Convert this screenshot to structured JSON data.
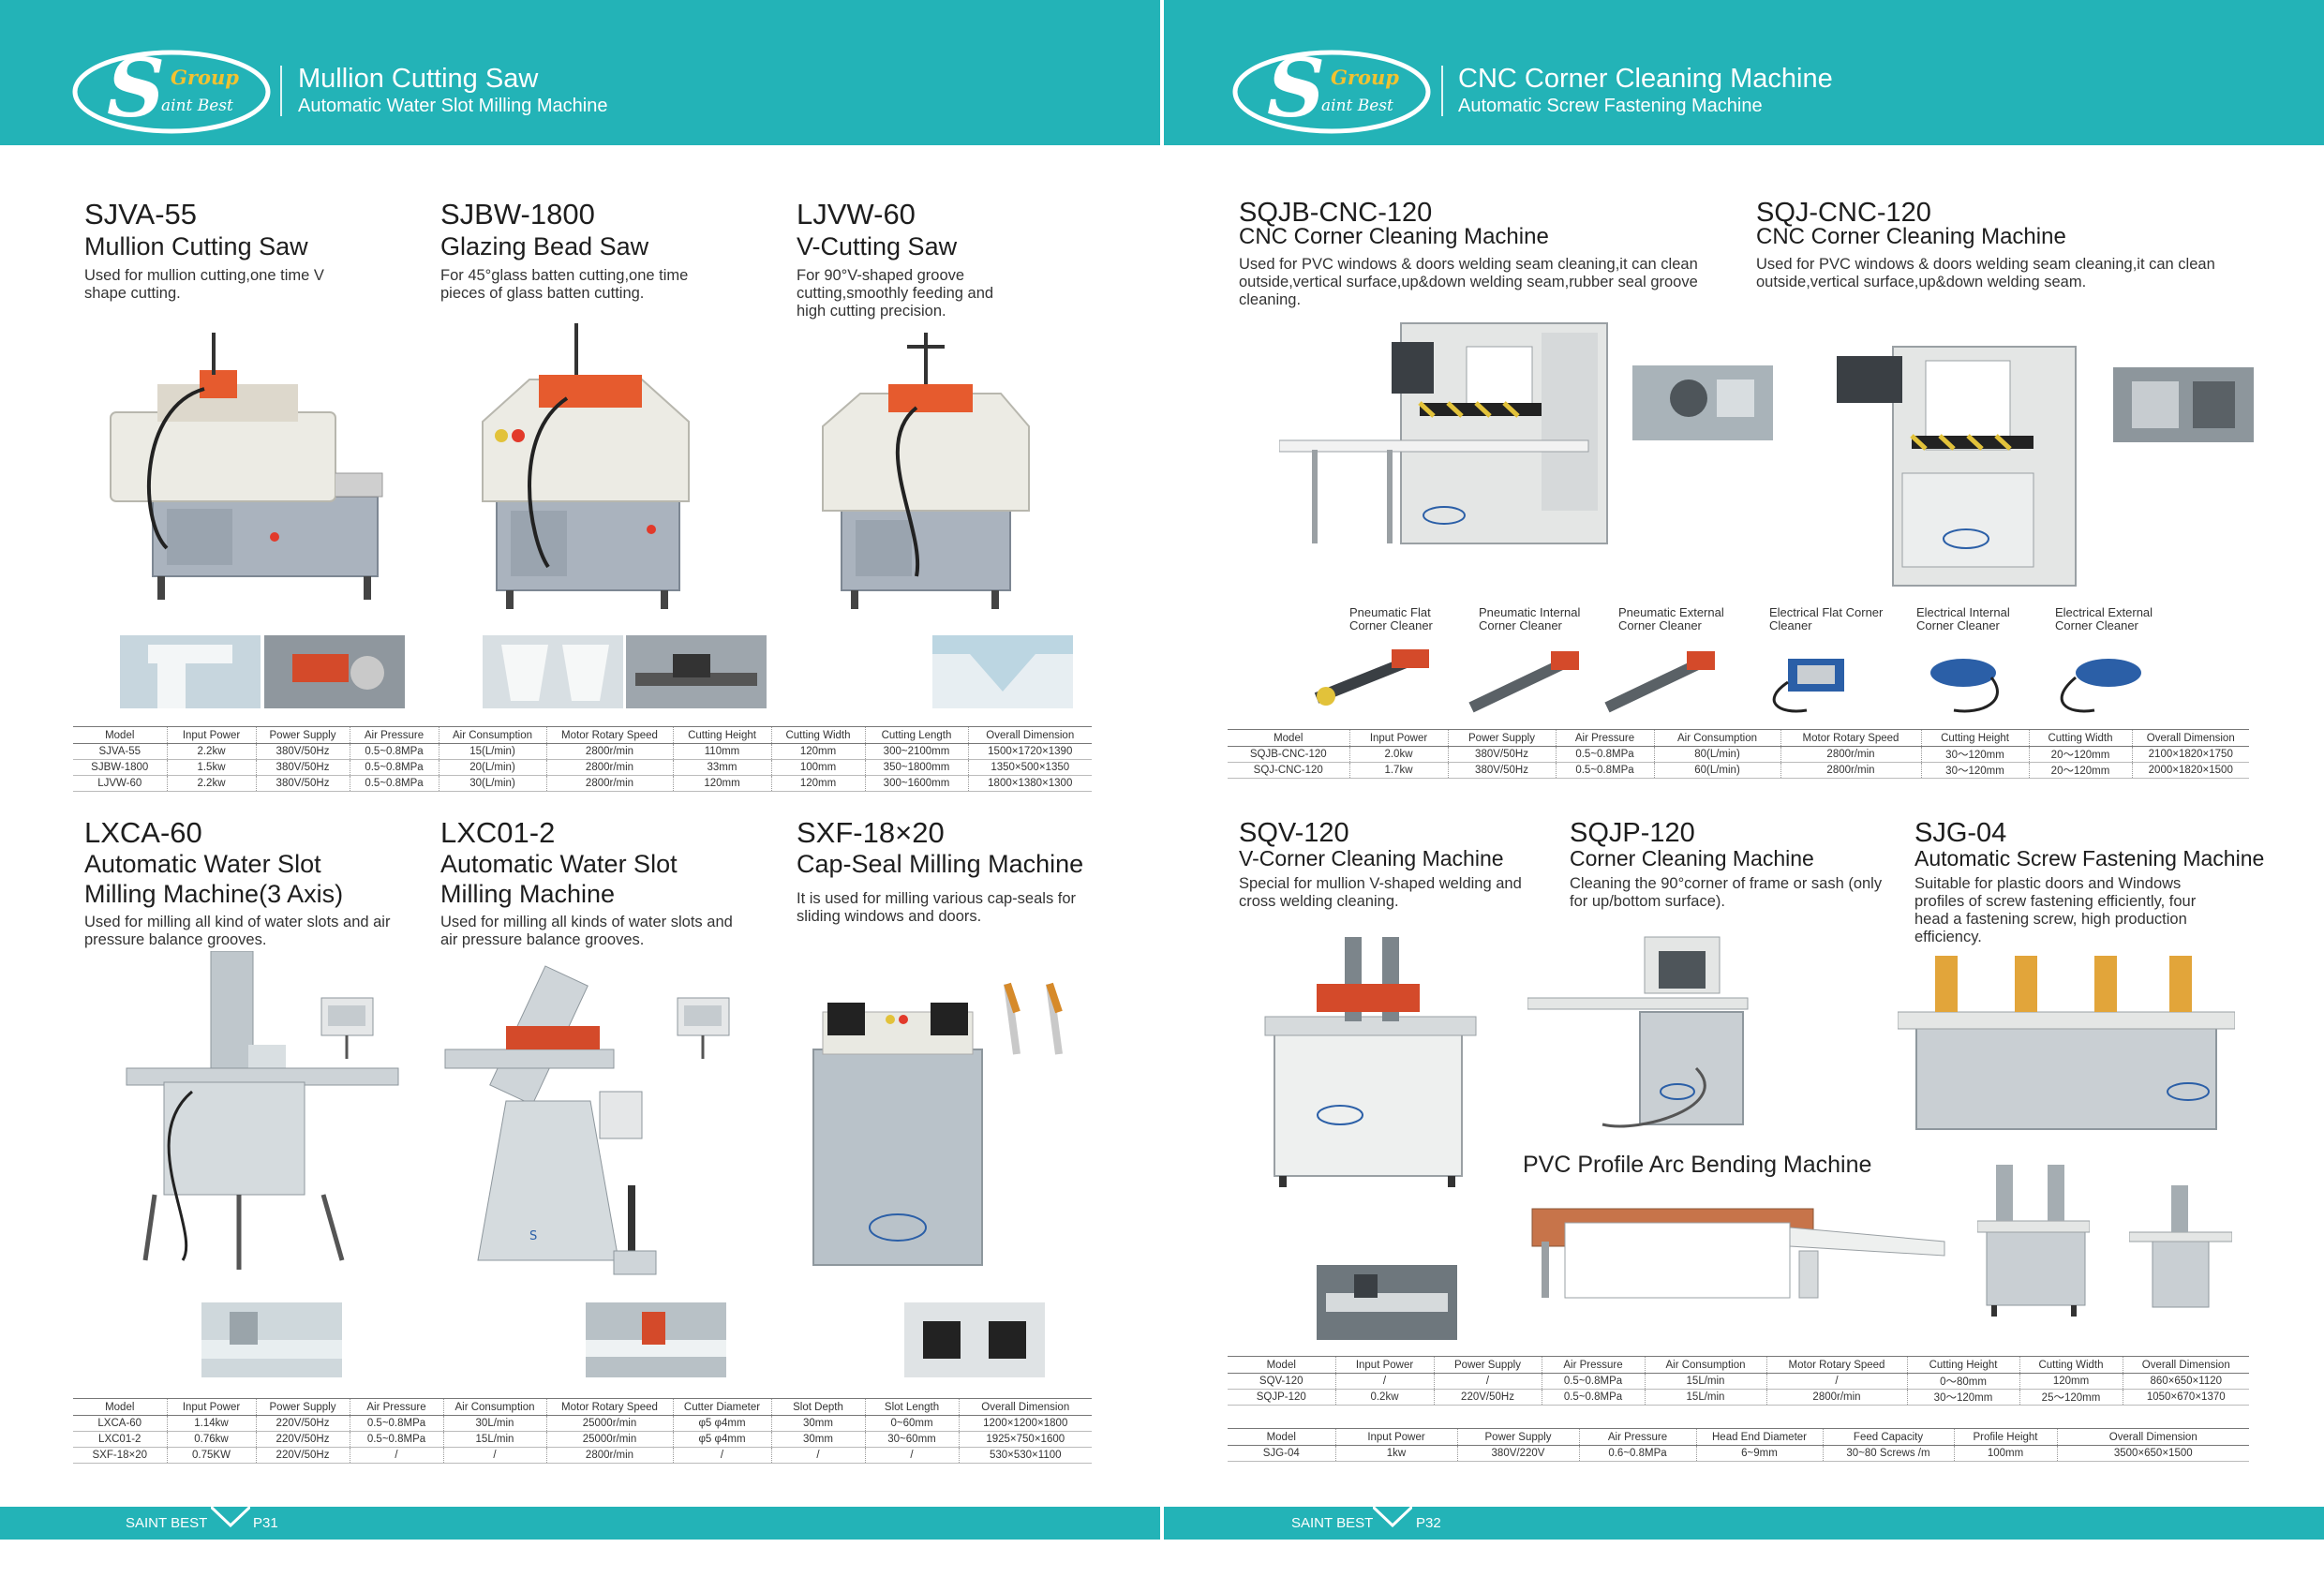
{
  "brand": {
    "logo_main": "S",
    "logo_top": "Group",
    "logo_bottom": "aint Best",
    "accent_color": "#23b3b7"
  },
  "left_header": {
    "title": "Mullion Cutting Saw",
    "subtitle": "Automatic Water Slot Milling Machine"
  },
  "right_header": {
    "title": "CNC Corner Cleaning Machine",
    "subtitle": "Automatic Screw Fastening Machine"
  },
  "machines": {
    "sjva55": {
      "code": "SJVA-55",
      "name": "Mullion Cutting Saw",
      "desc": "Used for mullion cutting,one time V shape cutting."
    },
    "sjbw1800": {
      "code": "SJBW-1800",
      "name": "Glazing Bead Saw",
      "desc": "For 45°glass batten cutting,one time pieces of glass batten cutting."
    },
    "ljvw60": {
      "code": "LJVW-60",
      "name": "V-Cutting Saw",
      "desc": "For 90°V-shaped groove cutting,smoothly feeding and high cutting precision."
    },
    "lxca60": {
      "code": "LXCA-60",
      "name": "Automatic Water Slot Milling Machine(3 Axis)",
      "desc": "Used for milling all kind of water slots and air pressure balance grooves."
    },
    "lxc012": {
      "code": "LXC01-2",
      "name": "Automatic Water Slot Milling Machine",
      "desc": "Used for milling all kinds of water slots and air pressure balance grooves."
    },
    "sxf1820": {
      "code": "SXF-18×20",
      "name": "Cap-Seal Milling Machine",
      "desc": "It is used for milling various cap-seals for sliding windows and doors."
    },
    "sqjbcnc120": {
      "code": "SQJB-CNC-120",
      "name": "CNC Corner Cleaning Machine",
      "desc": "Used for PVC windows & doors welding seam cleaning,it can clean outside,vertical surface,up&down welding seam,rubber seal groove cleaning."
    },
    "sqjcnc120": {
      "code": "SQJ-CNC-120",
      "name": "CNC Corner Cleaning Machine",
      "desc": "Used for PVC windows & doors welding seam cleaning,it can clean outside,vertical surface,up&down welding seam."
    },
    "sqv120": {
      "code": "SQV-120",
      "name": "V-Corner Cleaning Machine",
      "desc": "Special for mullion V-shaped welding and cross welding cleaning."
    },
    "sqjp120": {
      "code": "SQJP-120",
      "name": "Corner Cleaning Machine",
      "desc": "Cleaning the 90°corner of frame or sash (only for up/bottom surface)."
    },
    "sjg04": {
      "code": "SJG-04",
      "name": "Automatic Screw Fastening Machine",
      "desc": "Suitable for plastic doors and Windows profiles of screw fastening efficiently, four head a fastening screw, high production efficiency."
    }
  },
  "pvc_arc_title": "PVC Profile Arc Bending Machine",
  "tools": [
    "Pneumatic Flat Corner Cleaner",
    "Pneumatic Internal Corner Cleaner",
    "Pneumatic External Corner Cleaner",
    "Electrical Flat Corner Cleaner",
    "Electrical Internal Corner Cleaner",
    "Electrical External Corner Cleaner"
  ],
  "table1": {
    "headers": [
      "Model",
      "Input Power",
      "Power Supply",
      "Air Pressure",
      "Air Consumption",
      "Motor Rotary Speed",
      "Cutting Height",
      "Cutting Width",
      "Cutting Length",
      "Overall Dimension"
    ],
    "rows": [
      [
        "SJVA-55",
        "2.2kw",
        "380V/50Hz",
        "0.5~0.8MPa",
        "15(L/min)",
        "2800r/min",
        "110mm",
        "120mm",
        "300~2100mm",
        "1500×1720×1390"
      ],
      [
        "SJBW-1800",
        "1.5kw",
        "380V/50Hz",
        "0.5~0.8MPa",
        "20(L/min)",
        "2800r/min",
        "33mm",
        "100mm",
        "350~1800mm",
        "1350×500×1350"
      ],
      [
        "LJVW-60",
        "2.2kw",
        "380V/50Hz",
        "0.5~0.8MPa",
        "30(L/min)",
        "2800r/min",
        "120mm",
        "120mm",
        "300~1600mm",
        "1800×1380×1300"
      ]
    ]
  },
  "table2": {
    "headers": [
      "Model",
      "Input Power",
      "Power Supply",
      "Air Pressure",
      "Air Consumption",
      "Motor Rotary Speed",
      "Cutter Diameter",
      "Slot Depth",
      "Slot Length",
      "Overall Dimension"
    ],
    "rows": [
      [
        "LXCA-60",
        "1.14kw",
        "220V/50Hz",
        "0.5~0.8MPa",
        "30L/min",
        "25000r/min",
        "φ5 φ4mm",
        "30mm",
        "0~60mm",
        "1200×1200×1800"
      ],
      [
        "LXC01-2",
        "0.76kw",
        "220V/50Hz",
        "0.5~0.8MPa",
        "15L/min",
        "25000r/min",
        "φ5 φ4mm",
        "30mm",
        "30~60mm",
        "1925×750×1600"
      ],
      [
        "SXF-18×20",
        "0.75KW",
        "220V/50Hz",
        "/",
        "/",
        "2800r/min",
        "/",
        "/",
        "/",
        "530×530×1100"
      ]
    ]
  },
  "table3": {
    "headers": [
      "Model",
      "Input Power",
      "Power Supply",
      "Air Pressure",
      "Air Consumption",
      "Motor Rotary Speed",
      "Cutting Height",
      "Cutting Width",
      "Overall Dimension"
    ],
    "rows": [
      [
        "SQJB-CNC-120",
        "2.0kw",
        "380V/50Hz",
        "0.5~0.8MPa",
        "80(L/min)",
        "2800r/min",
        "30～120mm",
        "20～120mm",
        "2100×1820×1750"
      ],
      [
        "SQJ-CNC-120",
        "1.7kw",
        "380V/50Hz",
        "0.5~0.8MPa",
        "60(L/min)",
        "2800r/min",
        "30～120mm",
        "20～120mm",
        "2000×1820×1500"
      ]
    ]
  },
  "table4": {
    "headers": [
      "Model",
      "Input Power",
      "Power Supply",
      "Air Pressure",
      "Air Consumption",
      "Motor Rotary Speed",
      "Cutting Height",
      "Cutting Width",
      "Overall Dimension"
    ],
    "rows": [
      [
        "SQV-120",
        "/",
        "/",
        "0.5~0.8MPa",
        "15L/min",
        "/",
        "0～80mm",
        "120mm",
        "860×650×1120"
      ],
      [
        "SQJP-120",
        "0.2kw",
        "220V/50Hz",
        "0.5~0.8MPa",
        "15L/min",
        "2800r/min",
        "30～120mm",
        "25～120mm",
        "1050×670×1370"
      ]
    ]
  },
  "table5": {
    "headers": [
      "Model",
      "Input Power",
      "Power Supply",
      "Air Pressure",
      "Head End Diameter",
      "Feed Capacity",
      "Profile Height",
      "Overall Dimension"
    ],
    "rows": [
      [
        "SJG-04",
        "1kw",
        "380V/220V",
        "0.6~0.8MPa",
        "6~9mm",
        "30~80 Screws /m",
        "100mm",
        "3500×650×1500"
      ]
    ]
  },
  "footer": {
    "brand_left": "SAINT BEST",
    "page_left": "P31",
    "brand_right": "SAINT BEST",
    "page_right": "P32"
  }
}
